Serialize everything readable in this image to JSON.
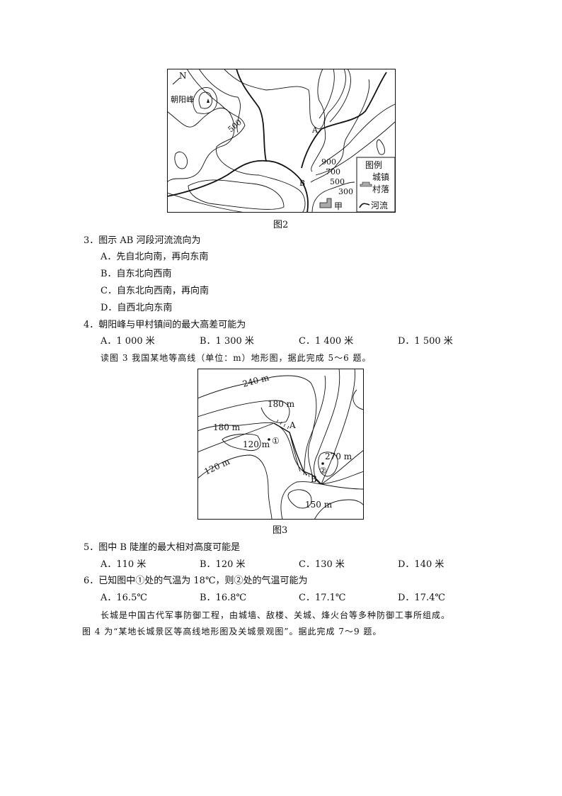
{
  "figure2": {
    "caption": "图2",
    "north": "N",
    "peak": "朝阳峰",
    "contour_labels": [
      "500",
      "900",
      "700",
      "500",
      "300"
    ],
    "point_a": "A",
    "point_b": "B",
    "village": "甲",
    "legend": {
      "title": "图例",
      "town": "城镇",
      "village": "村落",
      "river": "河流"
    }
  },
  "q3": {
    "stem": "3．图示 AB 河段河流流向为",
    "options": [
      "A．先自北向南，再向东南",
      "B．自东北向西南",
      "C．自东北向西南，再向南",
      "D．自西北向东南"
    ]
  },
  "q4": {
    "stem": "4．朝阳峰与甲村镇间的最大高差可能为",
    "options": [
      "A．1 000 米",
      "B．1 300 米",
      "C．1 400 米",
      "D．1 500 米"
    ]
  },
  "intro3": "读图 3 我国某地等高线（单位：m）地形图，据此完成 5～6 题。",
  "figure3": {
    "caption": "图3",
    "labels": [
      "240 m",
      "180 m",
      "180 m",
      "120 m",
      "120 m",
      "270 m",
      "150 m"
    ],
    "point_a": "A",
    "point_b": "B",
    "mark1": "①",
    "mark2": "②"
  },
  "q5": {
    "stem": "5．图中 B 陡崖的最大相对高度可能是",
    "options": [
      "A．110 米",
      "B．120 米",
      "C．130 米",
      "D．140 米"
    ]
  },
  "q6": {
    "stem": "6．已知图中①处的气温为 18℃，则②处的气温可能为",
    "options": [
      "A．16.5℃",
      "B．16.8℃",
      "C．17.1℃",
      "D．17.4℃"
    ]
  },
  "para": {
    "line1": "长城是中国古代军事防御工程，由城墙、敌楼、关城、烽火台等多种防御工事所组成。",
    "line2": "图 4 为“某地长城景区等高线地形图及关城景观图”。据此完成 7～9 题。"
  }
}
